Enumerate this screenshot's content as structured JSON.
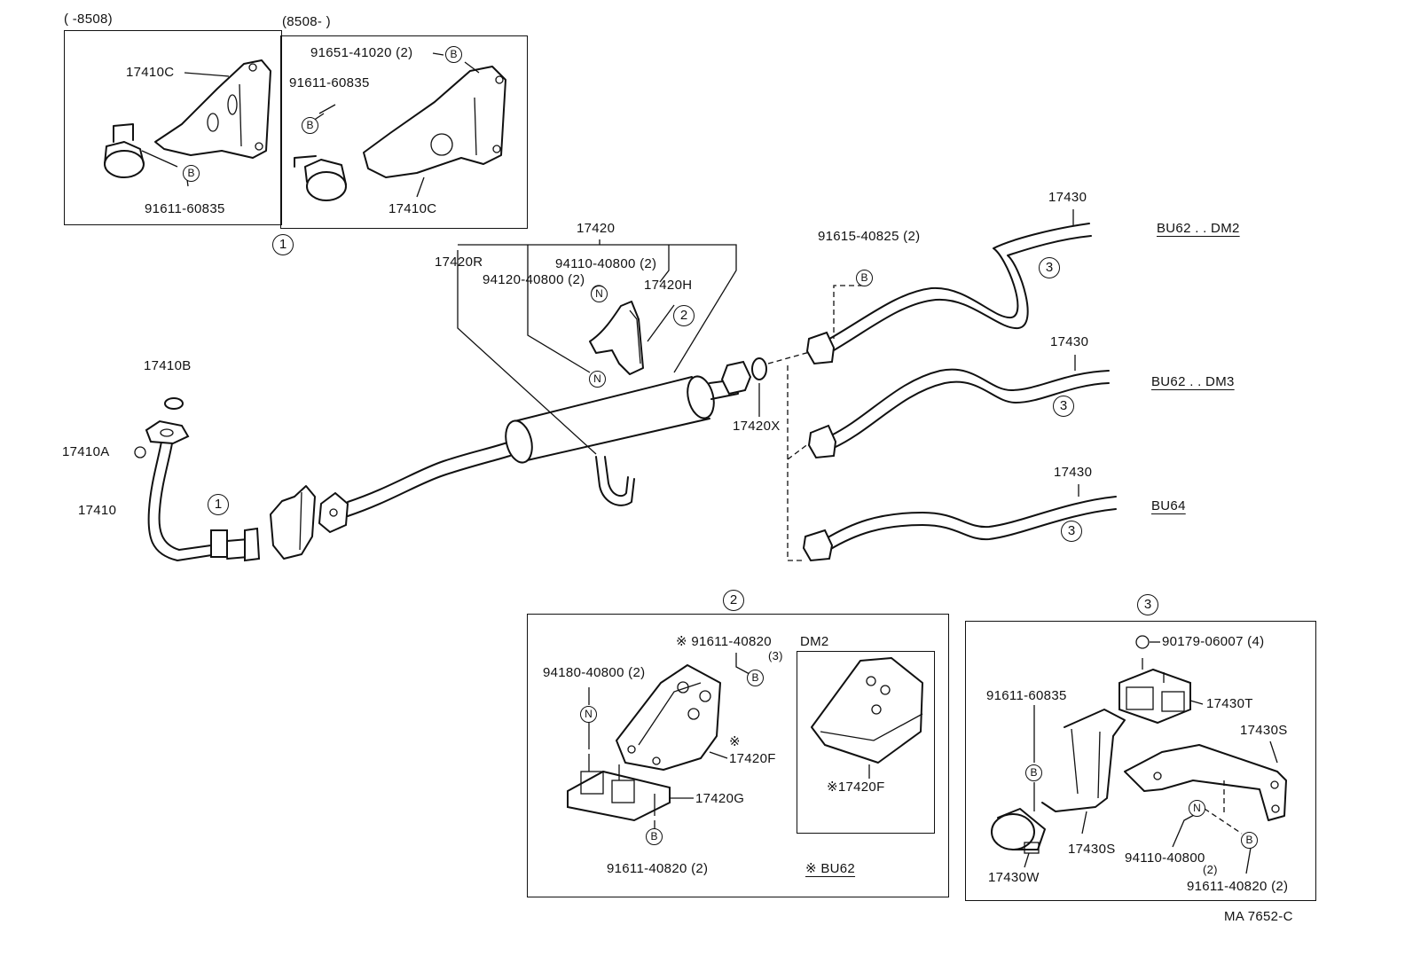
{
  "inset_a": {
    "range": "(      -8508)",
    "bracket": "17410C",
    "bolt": "91611-60835"
  },
  "inset_b": {
    "range": "(8508-       )",
    "nut": "91651-41020 (2)",
    "bolt": "91611-60835",
    "bracket": "17410C"
  },
  "group_marks": {
    "one": "1",
    "two": "2",
    "three": "3",
    "B": "B",
    "N": "N"
  },
  "front_pipe": {
    "gasket": "17410B",
    "nut": "17410A",
    "pipe": "17410"
  },
  "center": {
    "assembly": "17420",
    "hanger_r": "17420R",
    "bolt_a": "94110-40800 (2)",
    "bolt_b": "94120-40800 (2)",
    "hanger_h": "17420H",
    "gasket": "17420X"
  },
  "tail": {
    "bolt": "91615-40825 (2)",
    "pipe": "17430",
    "v1": "BU62 . . DM2",
    "v2": "BU62 . . DM3",
    "v3": "BU64"
  },
  "detail2": {
    "bolt_top": "※ 91611-40820",
    "bolt_top_qty": "(3)",
    "nut": "94180-40800 (2)",
    "mark": "※",
    "bracket_f": "17420F",
    "bracket_g": "17420G",
    "bolt_bottom": "91611-40820 (2)",
    "sub_title": "DM2",
    "sub_part": "※17420F",
    "legend": "※ BU62"
  },
  "detail3": {
    "nut": "90179-06007 (4)",
    "bolt": "91611-60835",
    "t": "17430T",
    "s": "17430S",
    "w": "17430W",
    "bolt_b": "94110-40800",
    "bolt_b_qty": "(2)",
    "bolt_c": "91611-40820 (2)"
  },
  "ref": "MA 7652-C"
}
